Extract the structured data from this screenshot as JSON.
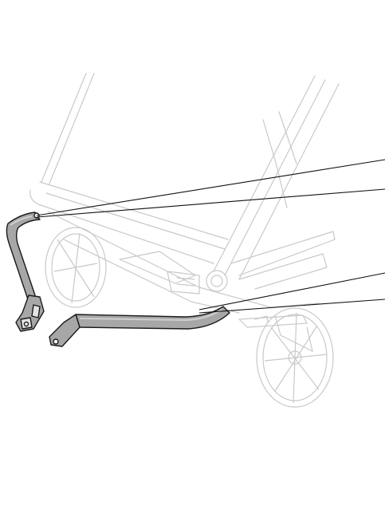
{
  "diagram": {
    "colors": {
      "background": "#ffffff",
      "frame_ghost": "#c9c9c9",
      "part_fill": "#a7a7a7",
      "part_highlight": "#cfcfcf",
      "part_outline": "#1a1a1a",
      "leader_line": "#111111"
    },
    "parts": [
      "stroller-frame",
      "wheels",
      "bar-left",
      "bar-right"
    ],
    "leader_lines": 4
  }
}
